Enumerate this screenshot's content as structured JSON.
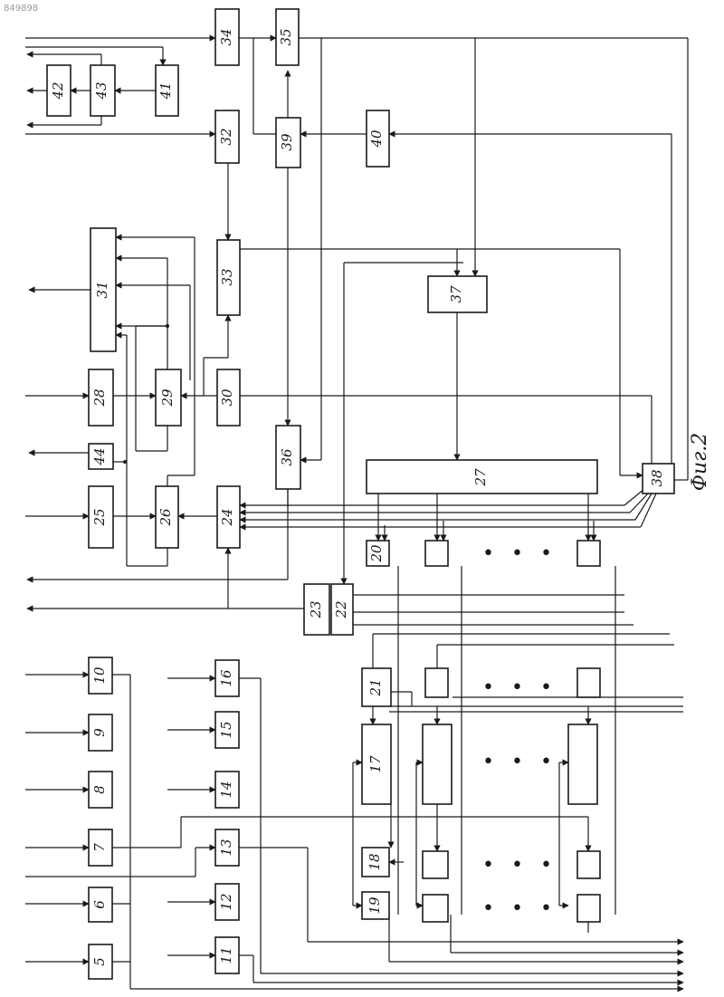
{
  "document_number": "849898",
  "figure_caption": "Фиг.2",
  "blocks": {
    "b5": "5",
    "b6": "6",
    "b7": "7",
    "b8": "8",
    "b9": "9",
    "b10": "10",
    "b11": "11",
    "b12": "12",
    "b13": "13",
    "b14": "14",
    "b15": "15",
    "b16": "16",
    "b17": "17",
    "b18": "18",
    "b19": "19",
    "b20": "20",
    "b21": "21",
    "b22": "22",
    "b23": "23",
    "b24": "24",
    "b25": "25",
    "b26": "26",
    "b27": "27",
    "b28": "28",
    "b29": "29",
    "b30": "30",
    "b31": "31",
    "b32": "32",
    "b33": "33",
    "b34": "34",
    "b35": "35",
    "b36": "36",
    "b37": "37",
    "b38": "38",
    "b39": "39",
    "b40": "40",
    "b41": "41",
    "b42": "42",
    "b43": "43",
    "b44": "44"
  },
  "ellipsis": "• • •"
}
